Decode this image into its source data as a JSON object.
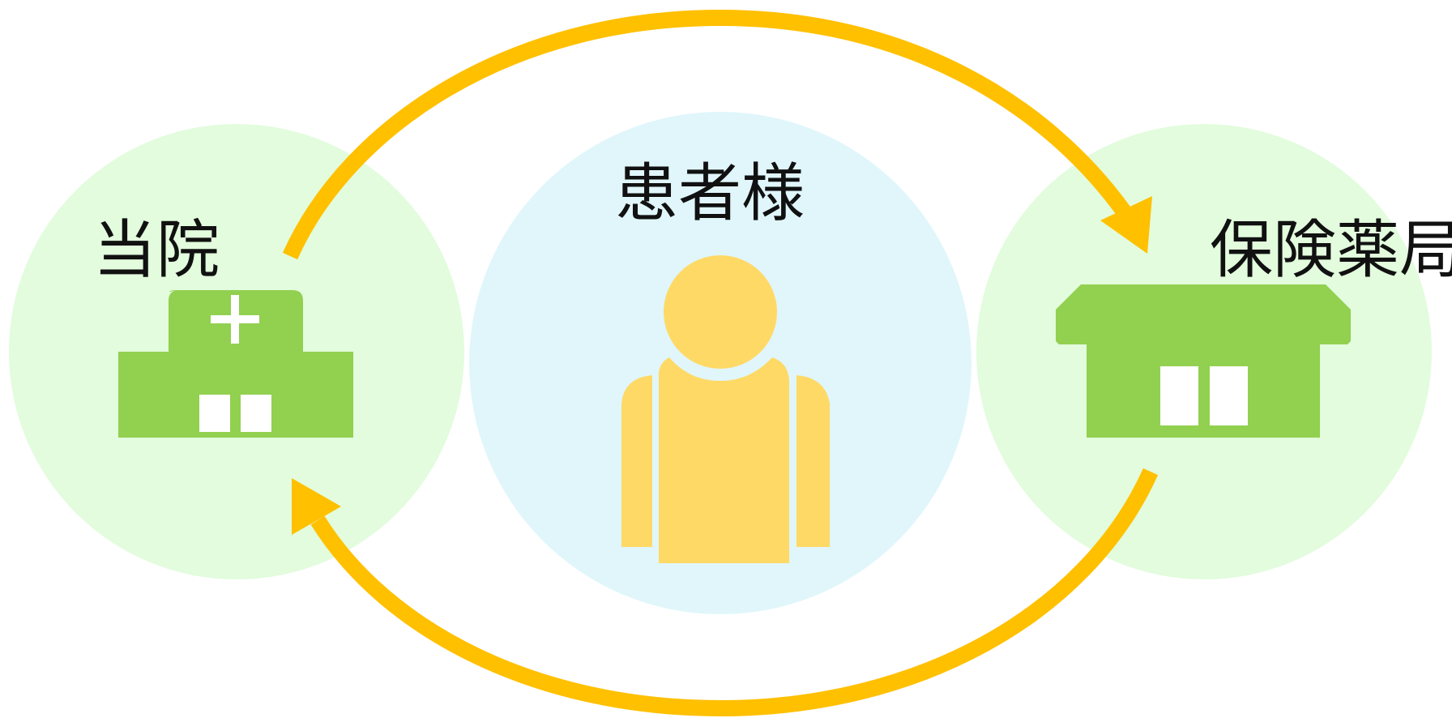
{
  "labels": {
    "hospital": "当院",
    "patient": "患者様",
    "pharmacy": "保険薬局"
  },
  "icons": {
    "hospital": "hospital-building-icon",
    "patient": "person-icon",
    "pharmacy": "pharmacy-building-icon",
    "arrow": "curved-arrow-icon"
  },
  "colors": {
    "side_circle": "#e2fcdd",
    "center_circle": "#e0f6fb",
    "building": "#92d050",
    "person": "#ffd966",
    "arrow": "#ffc000",
    "window": "#ffffff"
  }
}
